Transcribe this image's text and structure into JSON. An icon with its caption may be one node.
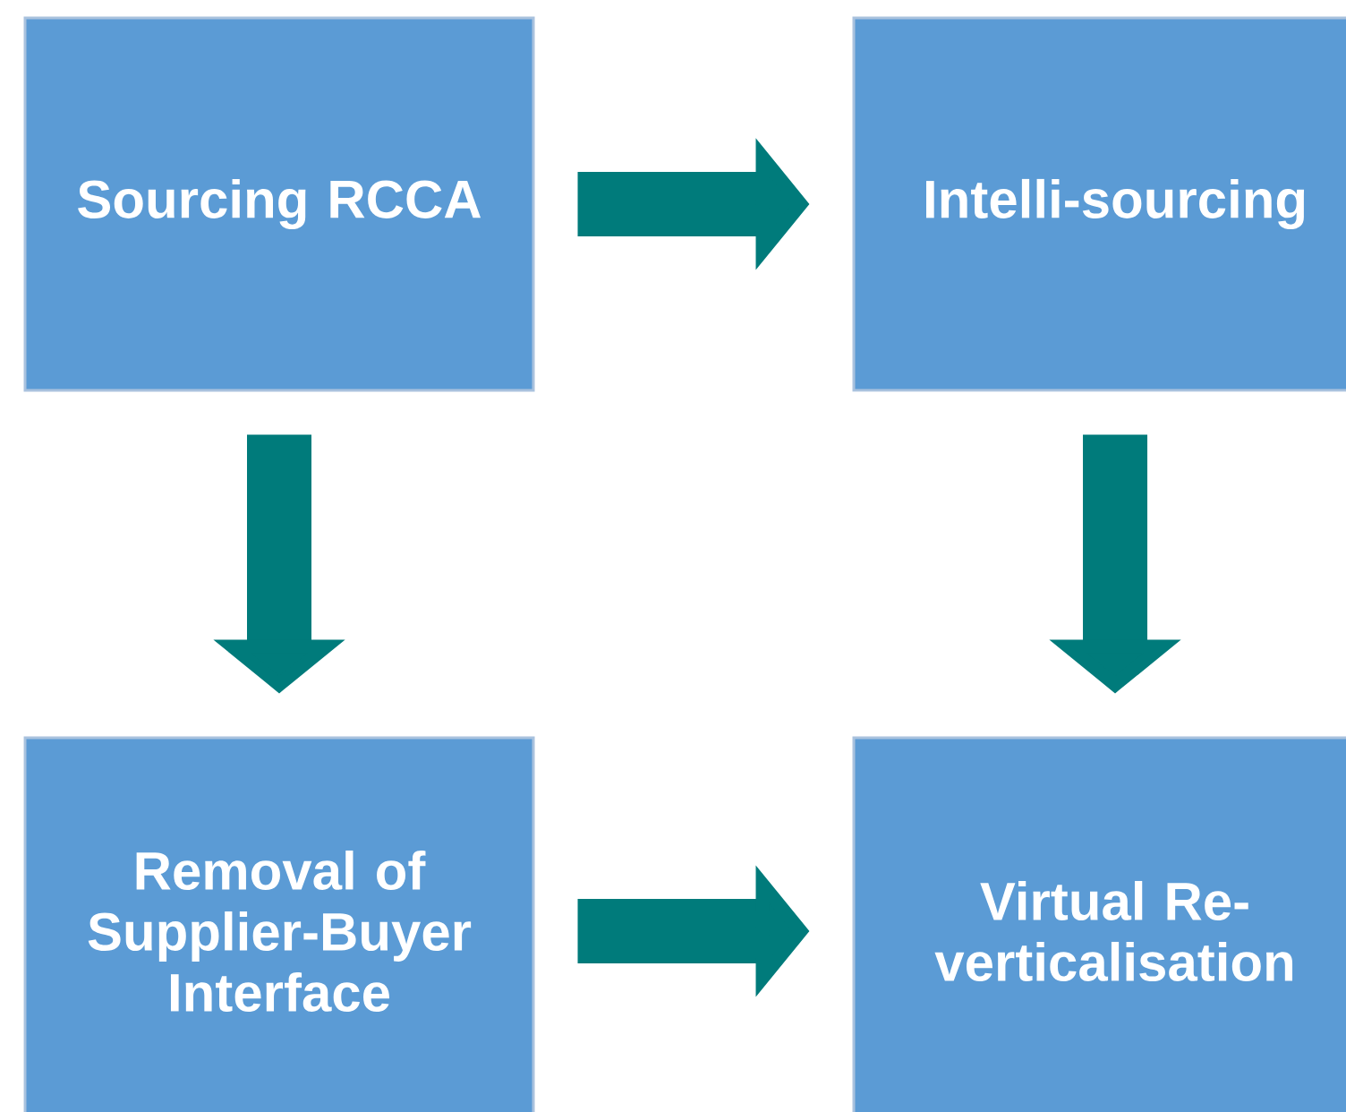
{
  "diagram": {
    "nodes": [
      {
        "text": [
          "Sourcing RCCA"
        ]
      },
      {
        "text": [
          "Intelli-sourcing"
        ]
      },
      {
        "text": [
          "Removal of Supplier-Buyer Interface"
        ]
      },
      {
        "text": [
          "Virtual Re-verticalisation"
        ]
      }
    ],
    "edges": [
      {
        "from": 0,
        "to": 1,
        "arrow": "to"
      },
      {
        "from": 0,
        "to": 2,
        "arrow": "to"
      },
      {
        "from": 1,
        "to": 3,
        "arrow": "to"
      },
      {
        "from": 2,
        "to": 3,
        "arrow": "to"
      }
    ]
  }
}
